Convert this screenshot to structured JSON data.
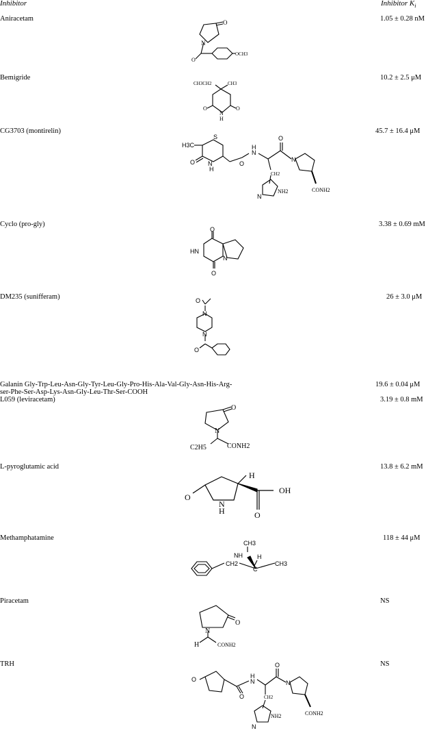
{
  "header": {
    "inhibitor": "Inhibitor",
    "ki": "Inhibitor K",
    "ki_sub": "i"
  },
  "rows": [
    {
      "name": "Aniracetam",
      "ki": "1.05 ± 0.28 nM"
    },
    {
      "name": "Bemigride",
      "ki": "10.2 ± 2.5 μM"
    },
    {
      "name": "CG3703 (montirelin)",
      "ki": "45.7 ± 16.4 μM"
    },
    {
      "name": "Cyclo (pro-gly)",
      "ki": "3.38 ± 0.69 mM"
    },
    {
      "name": "DM235 (sunifferam)",
      "ki": "26 ± 3.0 μM"
    },
    {
      "name": "Galanin Gly-Trp-Leu-Asn-Gly-Tyr-Leu-Gly-Pro-His-Ala-Val-Gly-Asn-His-Arg-",
      "name2": "ser-Phe-Ser-Asp-Lys-Asn-Gly-Leu-Thr-Ser-COOH",
      "ki": "19.6 ± 0.04 μM"
    },
    {
      "name": "L059 (leviracetam)",
      "ki": "3.19 ± 0.8 mM"
    },
    {
      "name": "L-pyroglutamic acid",
      "ki": "13.8 ± 6.2 mM"
    },
    {
      "name": "Methamphatamine",
      "ki": "118 ± 44 μM"
    },
    {
      "name": "Piracetam",
      "ki": "NS"
    },
    {
      "name": "TRH",
      "ki": "NS"
    }
  ],
  "structure_labels": {
    "aniracetam": {
      "n": "N",
      "o": "O",
      "o2": "O",
      "och3": "OCH3"
    },
    "bemigride": {
      "ch3ch2": "CH3CH2",
      "ch3": "CH3",
      "o": "O",
      "o2": "O",
      "nh": "N",
      "h": "H"
    },
    "cg3703": {
      "h3c": "H3C",
      "s": "S",
      "o": "O",
      "n": "N",
      "h": "H",
      "o2": "O",
      "n2": "N",
      "h2": "H",
      "o3": "O",
      "n3": "N",
      "ch2": "CH2",
      "nh2": "NH2",
      "n4": "N",
      "conh2": "CONH2"
    },
    "cyclo": {
      "o": "O",
      "hn": "HN",
      "n": "N",
      "o2": "O"
    },
    "dm235": {
      "o": "O",
      "n": "N",
      "n2": "N",
      "o2": "O"
    },
    "l059": {
      "n": "N",
      "o": "O",
      "c2h5": "C2H5",
      "conh2": "CONH2"
    },
    "pyroglu": {
      "h": "H",
      "o": "O",
      "n": "N",
      "h2": "H",
      "oh": "OH",
      "o2": "O"
    },
    "meth": {
      "ch3": "CH3",
      "nh": "NH",
      "h": "H",
      "ch2": "CH2",
      "c": "C",
      "ch3b": "CH3"
    },
    "piracetam": {
      "n": "N",
      "o": "O",
      "h": "H",
      "conh2": "CONH2"
    },
    "trh": {
      "o": "O",
      "o2": "O",
      "n": "N",
      "h": "H",
      "o3": "O",
      "n2": "N",
      "ch2": "CH2",
      "nh2": "NH2",
      "n3": "N",
      "conh2": "CONH2"
    }
  }
}
